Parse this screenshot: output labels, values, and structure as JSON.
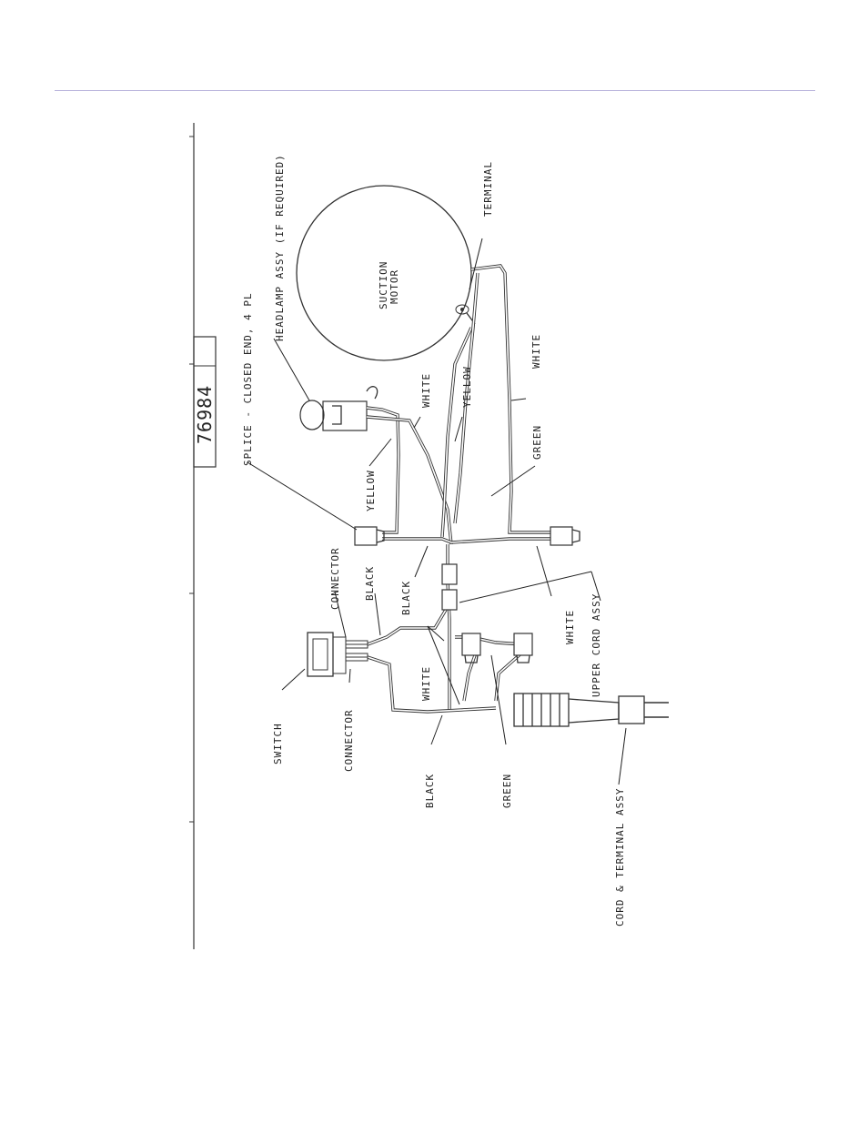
{
  "diagram": {
    "part_number": "76984",
    "labels": {
      "terminal": "TERMINAL",
      "suction_motor_1": "SUCTION",
      "suction_motor_2": "MOTOR",
      "headlamp": "HEADLAMP ASSY (IF REQUIRED)",
      "splice": "SPLICE - CLOSED END, 4 PL",
      "white_1": "WHITE",
      "yellow_1": "YELLOW",
      "white_2": "WHITE",
      "green_1": "GREEN",
      "yellow_2": "YELLOW",
      "connector_1": "CONNECTOR",
      "black_1": "BLACK",
      "black_2": "BLACK",
      "white_3": "WHITE",
      "upper_cord": "UPPER CORD ASSY",
      "white_4": "WHITE",
      "switch": "SWITCH",
      "connector_2": "CONNECTOR",
      "black_3": "BLACK",
      "green_2": "GREEN",
      "cord_terminal": "CORD & TERMINAL ASSY"
    }
  }
}
